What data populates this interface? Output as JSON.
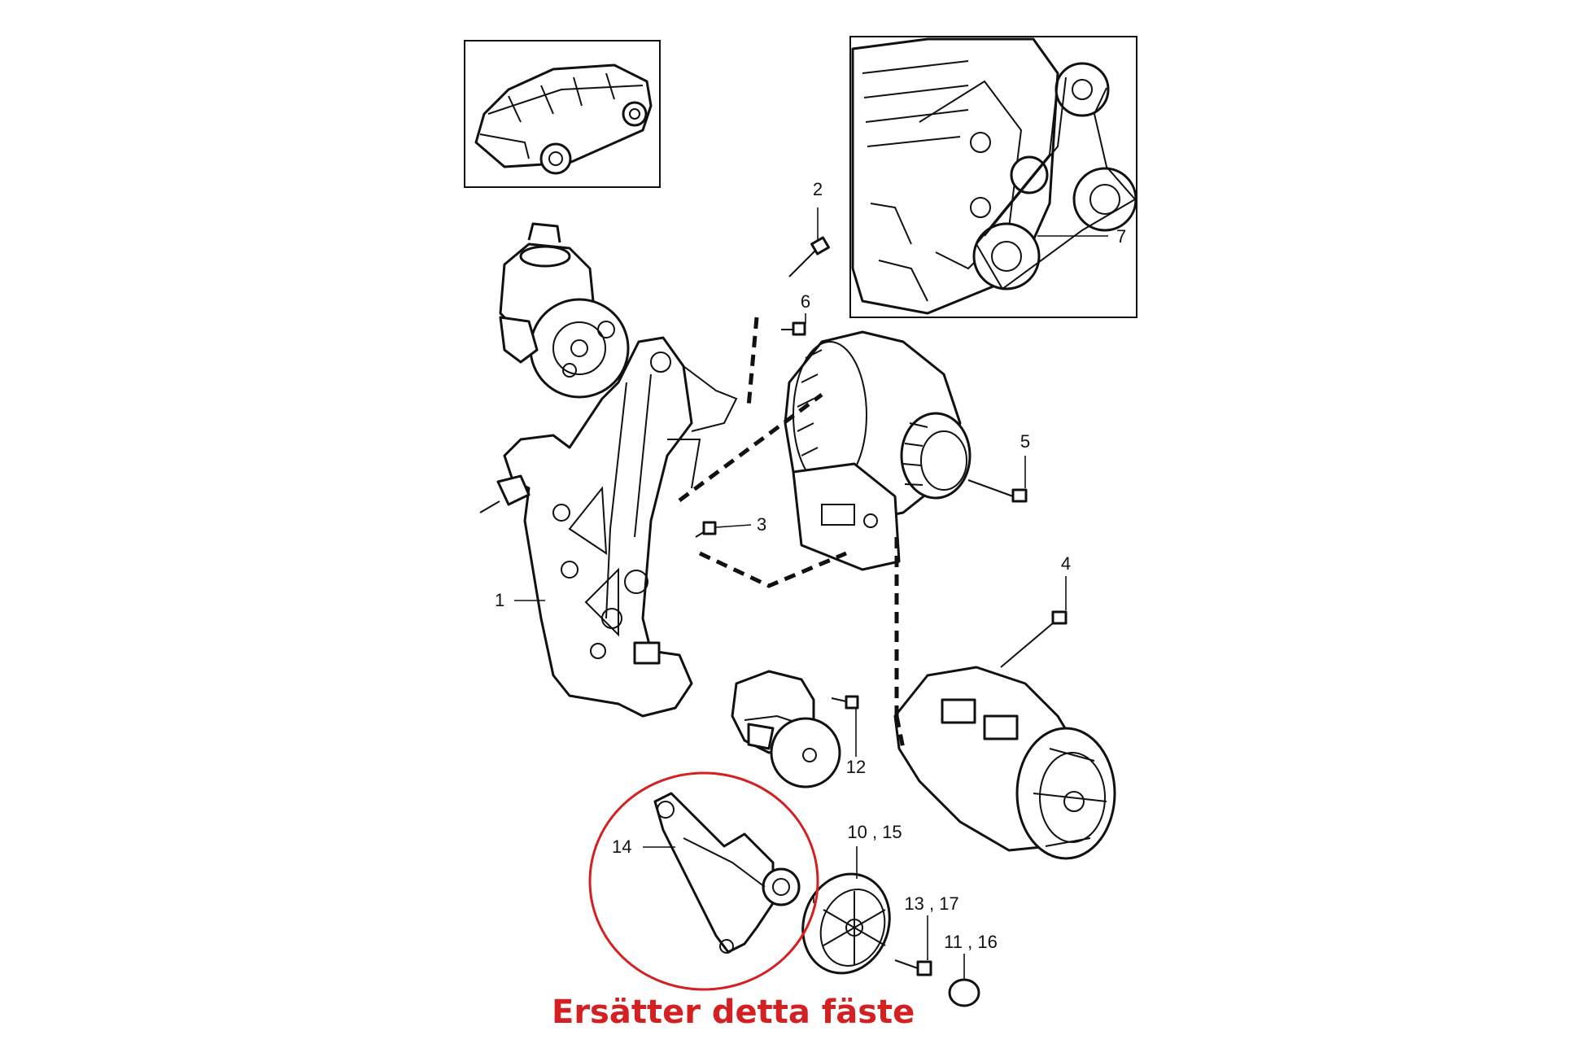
{
  "diagram": {
    "callouts": {
      "c1": "1",
      "c2": "2",
      "c3": "3",
      "c4": "4",
      "c5": "5",
      "c6": "6",
      "c7": "7",
      "c12": "12",
      "c14": "14",
      "c10_15": "10 , 15",
      "c13_17": "13 , 17",
      "c11_16": "11 , 16"
    },
    "caption": "Ersätter detta fäste",
    "colors": {
      "highlight": "#d42020",
      "line": "#111111",
      "background": "#ffffff"
    }
  }
}
